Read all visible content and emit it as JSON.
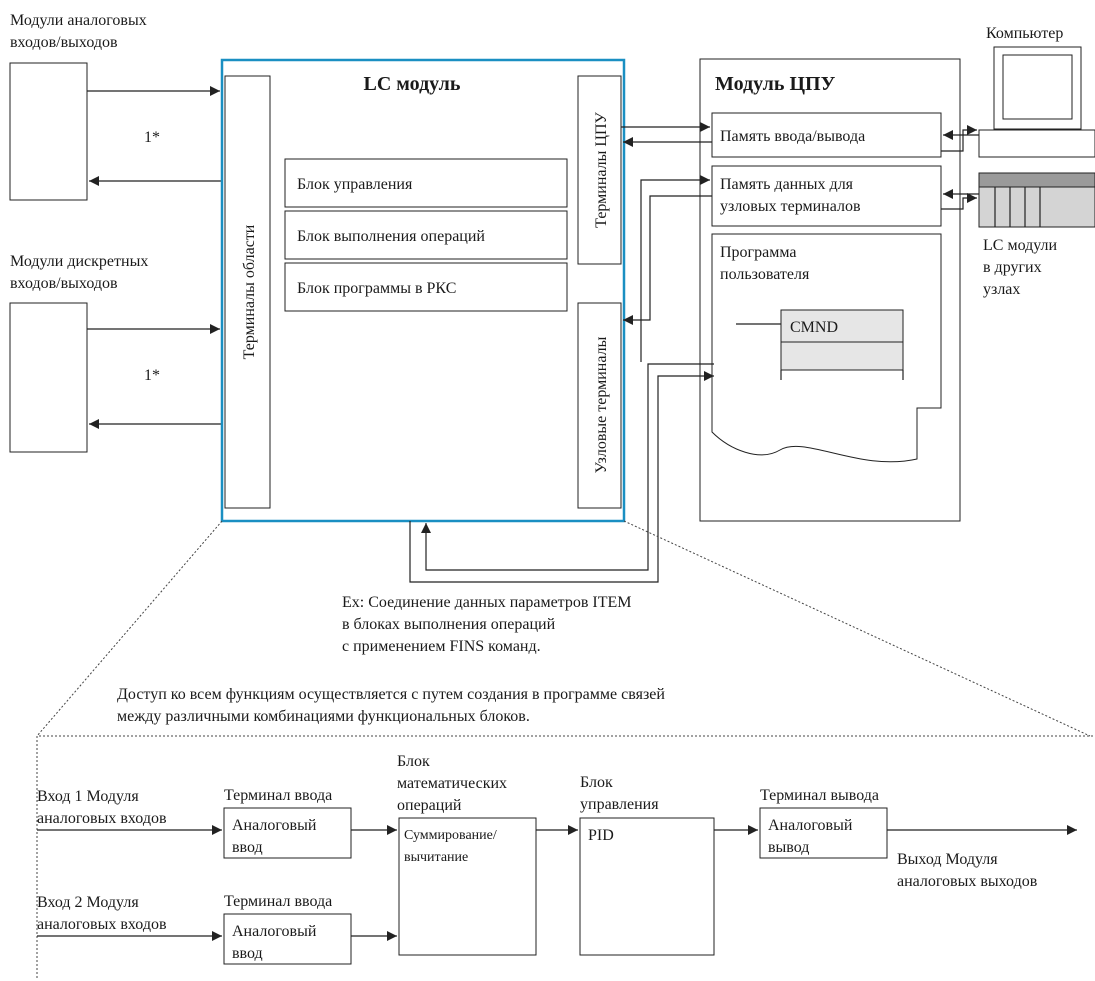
{
  "colors": {
    "accent": "#1a8fc2",
    "line": "#222222",
    "cmnd_fill": "#e6e6e6",
    "plc_fill": "#d4d4d4"
  },
  "left": {
    "analog_modules_label_1": "Модули аналоговых",
    "analog_modules_label_2": "входов/выходов",
    "discrete_modules_label_1": "Модули дискретных",
    "discrete_modules_label_2": "входов/выходов",
    "note_top": "1*",
    "note_bottom": "1*"
  },
  "lc_module": {
    "title": "LC модуль",
    "field_terminals": "Терминалы области",
    "cpu_terminals": "Терминалы ЦПУ",
    "node_terminals": "Узловые терминалы",
    "blocks": [
      "Блок управления",
      "Блок выполнения операций",
      "Блок программы в РКС"
    ]
  },
  "cpu_module": {
    "title": "Модуль ЦПУ",
    "io_memory": "Память ввода/вывода",
    "node_memory_1": "Память данных для",
    "node_memory_2": "узловых терминалов",
    "user_program_1": "Программа",
    "user_program_2": "пользователя",
    "cmnd": "CMND"
  },
  "right": {
    "computer": "Компьютер",
    "other_lc_1": "LC модули",
    "other_lc_2": "в других",
    "other_lc_3": "узлах"
  },
  "example_note": [
    "Ex: Соединение данных параметров ITEM",
    "в блоках выполнения операций",
    "с применением FINS команд."
  ],
  "access_note": [
    "Доступ ко всем функциям осуществляется с путем создания в программе связей",
    "между различными комбинациями функциональных блоков."
  ],
  "bottom": {
    "input1_1": "Вход 1 Модуля",
    "input1_2": "аналоговых входов",
    "input2_1": "Вход 2 Модуля",
    "input2_2": "аналоговых входов",
    "input_terminal_label": "Терминал ввода",
    "analog_input_1": "Аналоговый",
    "analog_input_2": "ввод",
    "math_label_1": "Блок",
    "math_label_2": "математических",
    "math_label_3": "операций",
    "math_content_1": "Суммирование/",
    "math_content_2": "вычитание",
    "control_label_1": "Блок",
    "control_label_2": "управления",
    "pid": "PID",
    "output_terminal_label": "Терминал вывода",
    "analog_output_1": "Аналоговый",
    "analog_output_2": "вывод",
    "output_1": "Выход Модуля",
    "output_2": "аналоговых выходов"
  }
}
